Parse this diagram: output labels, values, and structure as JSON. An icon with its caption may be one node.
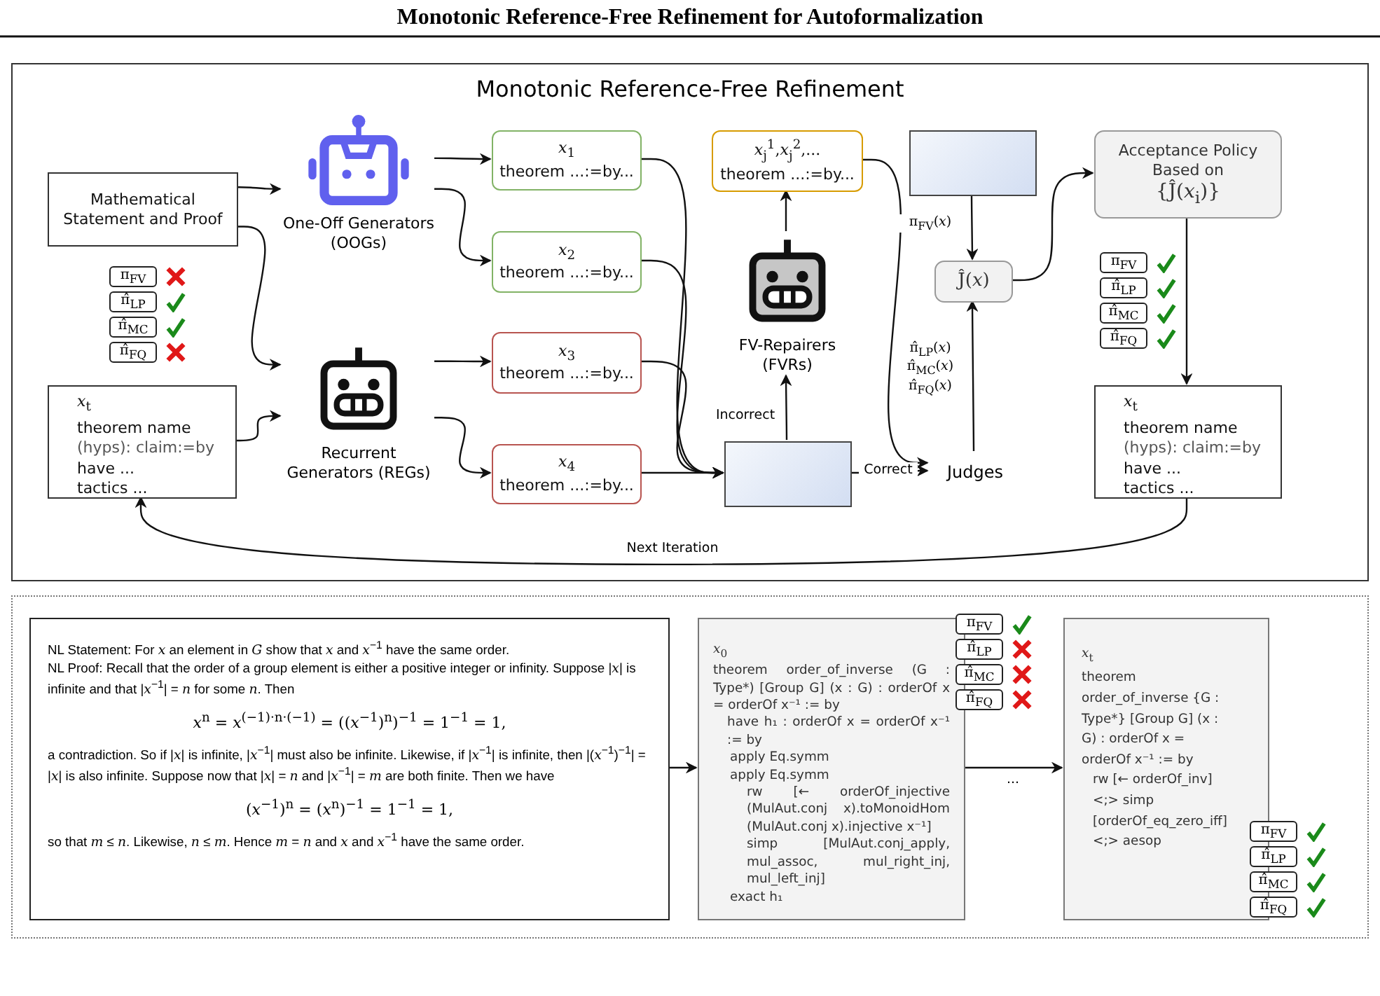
{
  "diagram": {
    "title": "Monotonic Reference-Free Refinement for Autoformalization",
    "nodes": [
      {
        "text": [
          "Monotonic Reference-Free Refinement"
        ]
      },
      {
        "text": [
          "Mathematical Statement and Proof"
        ],
        "in": 0
      },
      {
        "text": [
          "*x*$_{t}$",
          "theorem name",
          "(hyps): claim:=by",
          "have ...",
          "tactics ..."
        ],
        "in": 0
      },
      {
        "text": [
          "One-Off Generators (OOGs)"
        ],
        "in": 0
      },
      {
        "text": [
          "Recurrent Generators (REGs)"
        ],
        "in": 0
      },
      {
        "text": [
          "*x*$_{1}$",
          "theorem ...:=by..."
        ],
        "in": 0
      },
      {
        "text": [
          "*x*$_{2}$",
          "theorem ...:=by..."
        ],
        "in": 0
      },
      {
        "text": [
          "*x*$_{3}$",
          "theorem ...:=by..."
        ],
        "in": 0
      },
      {
        "text": [
          "*x*$_{4}$",
          "theorem ...:=by..."
        ],
        "in": 0
      },
      {
        "text": [
          "*x*$_{j}$$^{1}$,*x*$_{j}$$^{2}$,...",
          "theorem ...:=by..."
        ],
        "in": 0
      },
      {
        "text": [
          "FV-Repairers (FVRs)"
        ],
        "in": 0
      },
      {
        "text": [],
        "shape": "box",
        "in": 0
      },
      {
        "text": [],
        "shape": "box",
        "in": 0
      },
      {
        "text": [
          "Ĵ(*x*)"
        ],
        "in": 0
      },
      {
        "text": [
          "Acceptance Policy Based on",
          "{Ĵ(*x*$_{i}$)}"
        ],
        "in": 0
      },
      {
        "text": [
          "Judges"
        ],
        "in": 0
      },
      {
        "text": [
          "*x*$_{t}$",
          "theorem name",
          "(hyps): claim:=by",
          "have ...",
          "tactics ..."
        ],
        "in": 0
      },
      {
        "text": [],
        "shape": "box"
      },
      {
        "text": [
          "NL Statement: For *x* an element in *G* show that *x* and *x*$^{−1}$ have the same order.",
          "NL Proof: Recall that the order of a group element is either a positive integer or infinity. Suppose |*x*| is infinite and that |*x*$^{−1}$| = *n* for some *n*. Then",
          "*x*$^{n}$ = *x*$^{(−1)·n·(−1)}$ = ((*x*$^{−1}$)$^{n}$)$^{−1}$ = 1$^{−1}$ = 1,",
          "a contradiction. So if |*x*| is infinite, |*x*$^{−1}$| must also be infinite. Likewise, if |*x*$^{−1}$| is infinite, then |(*x*$^{−1}$)$^{−1}$| = |*x*| is also infinite. Suppose now that |*x*| = *n* and |*x*$^{−1}$| = *m* are both finite. Then we have",
          "(*x*$^{−1}$)$^{n}$ = (*x*$^{n}$)$^{−1}$ = 1$^{−1}$ = 1,",
          "so that *m* ≤ *n*. Likewise, *n* ≤ *m*. Hence *m* = *n* and *x* and *x*$^{−1}$ have the same order."
        ],
        "in": 17
      },
      {
        "text": [
          "*x*$_{0}$",
          "theorem order_of_inverse (G : Type*) [Group G] (x : G) : orderOf x = orderOf x⁻¹ := by",
          "have h₁ : orderOf x = orderOf x⁻¹ := by",
          "apply Eq.symm",
          "apply Eq.symm",
          "rw [← orderOf_injective (MulAut.conj x).toMonoidHom (MulAut.conj x).injective x⁻¹]",
          "simp [MulAut.conj_apply, mul_assoc, mul_right_inj, mul_left_inj]",
          "exact h₁"
        ],
        "in": 17
      },
      {
        "text": [
          "*x*$_{t}$",
          "theorem order_of_inverse {G : Type*} [Group G] (x : G) : orderOf x = orderOf x⁻¹ := by",
          "rw [← orderOf_inv]",
          "<;> simp [orderOf_eq_zero_iff]",
          "<;> aesop"
        ],
        "in": 17
      }
    ],
    "edges": [
      {
        "from": 1,
        "to": 3,
        "arrow": "to"
      },
      {
        "from": 1,
        "to": 4,
        "arrow": "to"
      },
      {
        "from": 2,
        "to": 4,
        "arrow": "to"
      },
      {
        "from": 3,
        "to": 5,
        "arrow": "to"
      },
      {
        "from": 3,
        "to": 6,
        "arrow": "to"
      },
      {
        "from": 4,
        "to": 7,
        "arrow": "to"
      },
      {
        "from": 4,
        "to": 8,
        "arrow": "to"
      },
      {
        "from": 5,
        "to": 12,
        "arrow": "to"
      },
      {
        "from": 6,
        "to": 12,
        "arrow": "to"
      },
      {
        "from": 7,
        "to": 12,
        "arrow": "to"
      },
      {
        "from": 8,
        "to": 12,
        "arrow": "to"
      },
      {
        "from": 12,
        "to": 10,
        "arrow": "to",
        "label": "Incorrect"
      },
      {
        "from": 12,
        "to": 15,
        "arrow": "to",
        "label": "Correct"
      },
      {
        "from": 10,
        "to": 9,
        "arrow": "to"
      },
      {
        "from": 9,
        "to": 15,
        "arrow": "to"
      },
      {
        "from": 11,
        "to": 13,
        "arrow": "to",
        "label": "π$_{FV}$(*x*)"
      },
      {
        "from": 15,
        "to": 13,
        "arrow": "to",
        "label": "π̂$_{LP}$(*x*) π̂$_{MC}$(*x*) π̂$_{FQ}$(*x*)"
      },
      {
        "from": 13,
        "to": 14,
        "arrow": "to"
      },
      {
        "from": 14,
        "to": 16,
        "arrow": "to"
      },
      {
        "from": 16,
        "to": 2,
        "arrow": "to",
        "label": "Next Iteration"
      },
      {
        "from": 18,
        "to": 19,
        "arrow": "to"
      },
      {
        "from": 19,
        "to": 20,
        "arrow": "to",
        "label": "..."
      }
    ],
    "labels": [
      "π$_{FV}$",
      "π̂$_{LP}$",
      "π̂$_{MC}$",
      "π̂$_{FQ}$",
      "π$_{FV}$",
      "π̂$_{LP}$",
      "π̂$_{MC}$",
      "π̂$_{FQ}$",
      "π$_{FV}$",
      "π̂$_{LP}$",
      "π̂$_{MC}$",
      "π̂$_{FQ}$",
      "π$_{FV}$",
      "π̂$_{LP}$",
      "π̂$_{MC}$",
      "π̂$_{FQ}$"
    ]
  }
}
